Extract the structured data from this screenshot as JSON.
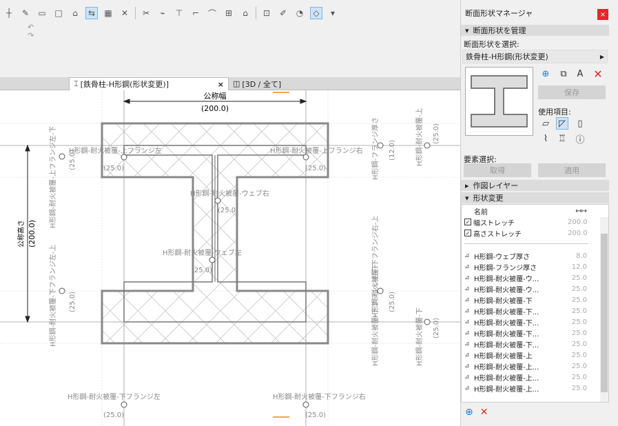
{
  "toolbar": {
    "undo_label": "↶",
    "redo_label": "↷"
  },
  "tabs": {
    "tab1_label": "[鉄骨柱-H形鋼(形状変更)]",
    "tab1_close": "×",
    "tab2_label": "[3D / 全て]"
  },
  "canvas": {
    "top_dim_label": "公称幅",
    "top_dim_value": "(200.0)",
    "left_dim_label": "公称高さ",
    "left_dim_value": "(200.0)",
    "labels": {
      "flange_top_left": "H形鋼-耐火被覆-上フランジ左",
      "flange_top_right": "H形鋼-耐火被覆-上フランジ右",
      "web_right": "H形鋼-耐火被覆-ウェブ右",
      "web_left": "H形鋼-耐火被覆-ウェブ左",
      "flange_bottom_left": "H形鋼-耐火被覆-下フランジ左",
      "flange_bottom_right": "H形鋼-耐火被覆-下フランジ右",
      "v_left_top": "H形鋼-耐火被覆-上フランジ左-下",
      "v_left_bottom": "H形鋼-耐火被覆-下フランジ左-上",
      "v_right_top": "H形鋼-フランジ厚さ",
      "v_right_mid": "H形鋼-耐火被覆-上",
      "v_right_low": "H形鋼-耐火被覆-下フランジ右-上",
      "v_right_bottom": "H形鋼-耐火被覆-下",
      "v_right_far": "H形鋼-耐火被覆-下フランジ右-下"
    },
    "values": {
      "v25": "(25.0)",
      "v12": "(12.0)"
    }
  },
  "panel": {
    "title": "断面形状マネージャ",
    "close": "×",
    "section_manage": "断面形状を管理",
    "select_label": "断面形状を選択:",
    "selected_profile": "鉄骨柱-H形鋼(形状変更)",
    "save_button": "保存",
    "usage_label": "使用項目:",
    "element_select_label": "要素選択:",
    "get_button": "取得",
    "apply_button": "適用",
    "section_layer": "作図レイヤー",
    "section_modify": "形状変更",
    "col_name": "名前",
    "col_icon": "↤↦",
    "stretch_rows": [
      {
        "label": "幅ストレッチ",
        "value": "200.0"
      },
      {
        "label": "高さストレッチ",
        "value": "200.0"
      }
    ],
    "offset_rows": [
      {
        "label": "H形鋼-ウェブ厚さ",
        "value": "8.0"
      },
      {
        "label": "H形鋼-フランジ厚さ",
        "value": "12.0"
      },
      {
        "label": "H形鋼-耐火被覆-ウ...",
        "value": "25.0"
      },
      {
        "label": "H形鋼-耐火被覆-ウ...",
        "value": "25.0"
      },
      {
        "label": "H形鋼-耐火被覆-下",
        "value": "25.0"
      },
      {
        "label": "H形鋼-耐火被覆-下...",
        "value": "25.0"
      },
      {
        "label": "H形鋼-耐火被覆-下...",
        "value": "25.0"
      },
      {
        "label": "H形鋼-耐火被覆-下...",
        "value": "25.0"
      },
      {
        "label": "H形鋼-耐火被覆-下...",
        "value": "25.0"
      },
      {
        "label": "H形鋼-耐火被覆-上",
        "value": "25.0"
      },
      {
        "label": "H形鋼-耐火被覆-上...",
        "value": "25.0"
      },
      {
        "label": "H形鋼-耐火被覆-上...",
        "value": "25.0"
      },
      {
        "label": "H形鋼-耐火被覆-上...",
        "value": "25.0"
      }
    ]
  }
}
